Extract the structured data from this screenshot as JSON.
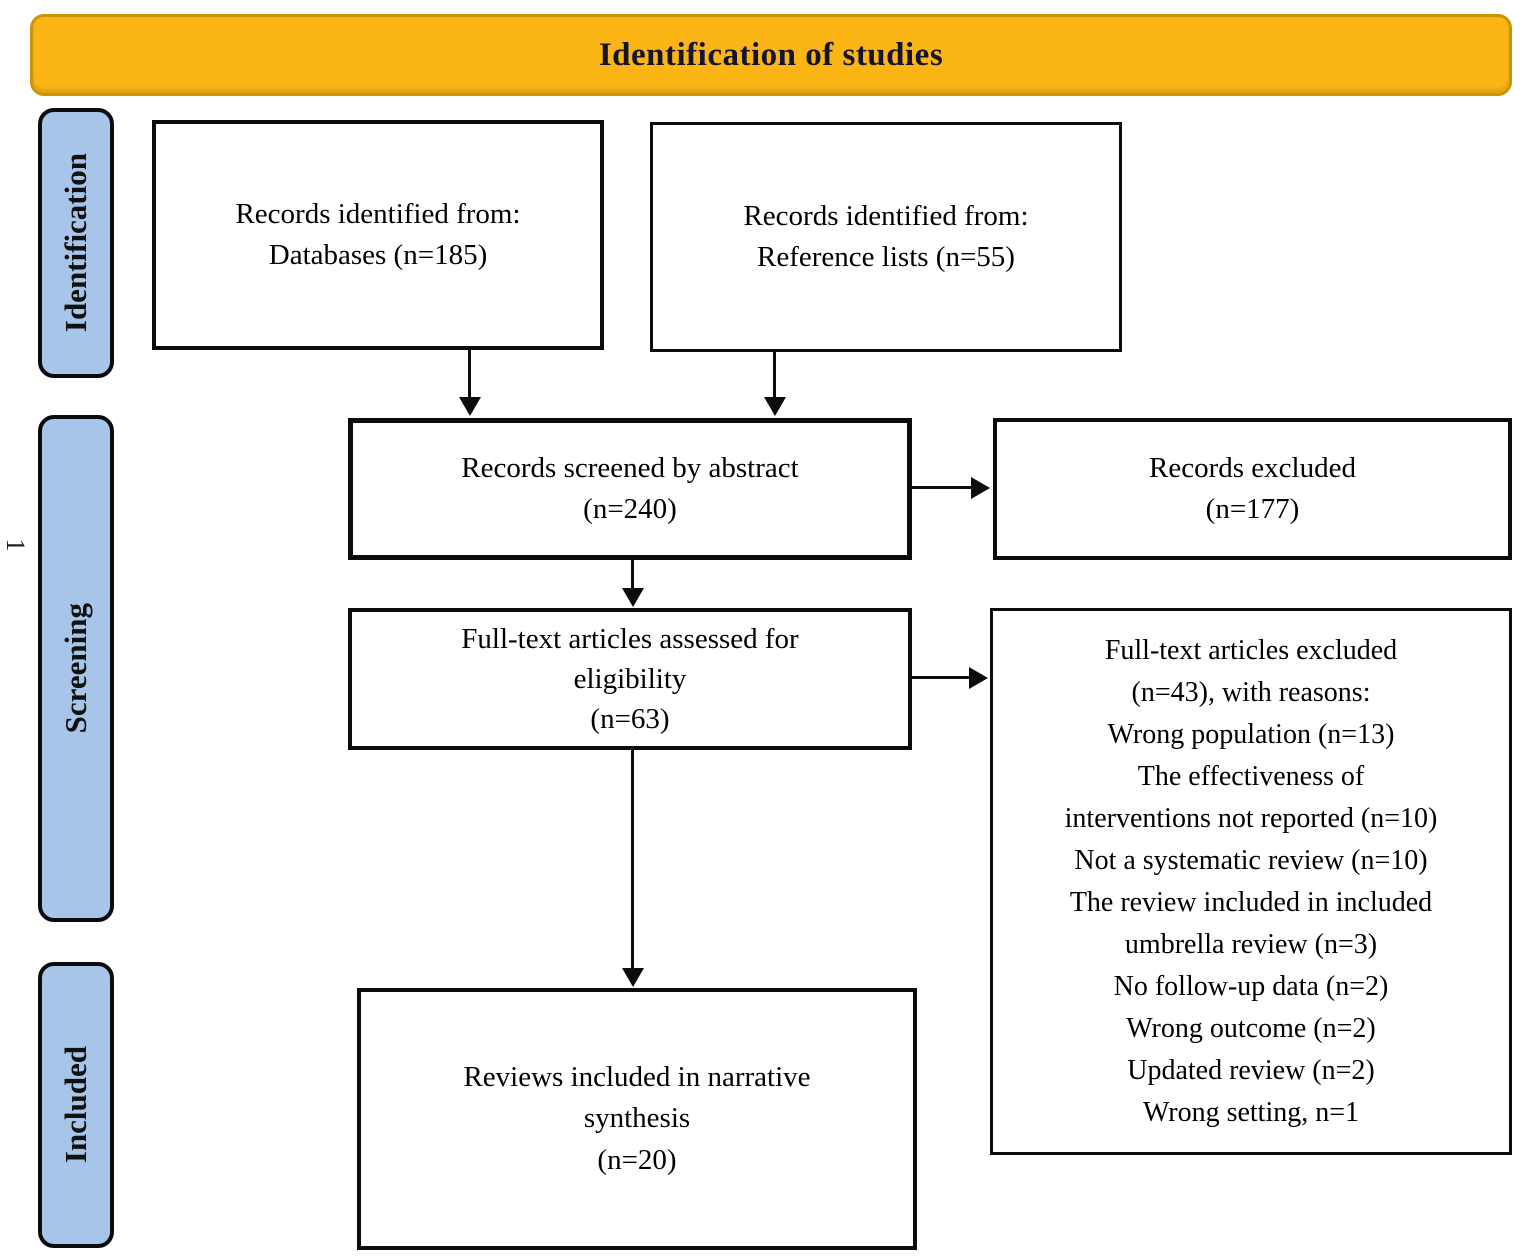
{
  "header": {
    "title": "Identification of studies"
  },
  "sidebar": {
    "stages": [
      {
        "label": "Identification"
      },
      {
        "label": "Screening"
      },
      {
        "label": "Included"
      }
    ],
    "stray_mark": "1"
  },
  "boxes": {
    "databases": {
      "text": "Records identified from:\nDatabases (n=185)"
    },
    "references": {
      "text": "Records identified from:\nReference lists (n=55)"
    },
    "screened": {
      "text": "Records screened by abstract\n(n=240)"
    },
    "excluded": {
      "text": "Records excluded\n(n=177)"
    },
    "fulltext": {
      "text": "Full-text articles assessed for\neligibility\n(n=63)"
    },
    "fulltext_excluded": {
      "text": "Full-text articles excluded\n(n=43), with reasons:\nWrong population (n=13)\nThe effectiveness of\ninterventions not reported (n=10)\nNot a systematic review (n=10)\nThe review included in included\numbrella review (n=3)\nNo follow-up data (n=2)\nWrong outcome (n=2)\nUpdated review (n=2)\nWrong setting, n=1"
    },
    "included": {
      "text": "Reviews included in narrative\nsynthesis\n(n=20)"
    }
  },
  "colors": {
    "header_fill": "#FBB616",
    "header_border": "#C9940A",
    "stage_fill": "#A6C5E8",
    "line": "#0C0C0C"
  }
}
